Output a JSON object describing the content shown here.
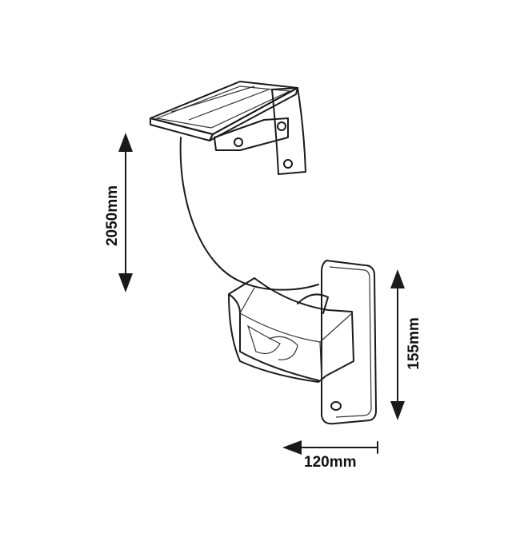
{
  "dimensions": {
    "cable_length": "2050mm",
    "lamp_height": "155mm",
    "lamp_depth": "120mm"
  },
  "colors": {
    "ink": "#1a1a1a",
    "background": "#ffffff"
  }
}
